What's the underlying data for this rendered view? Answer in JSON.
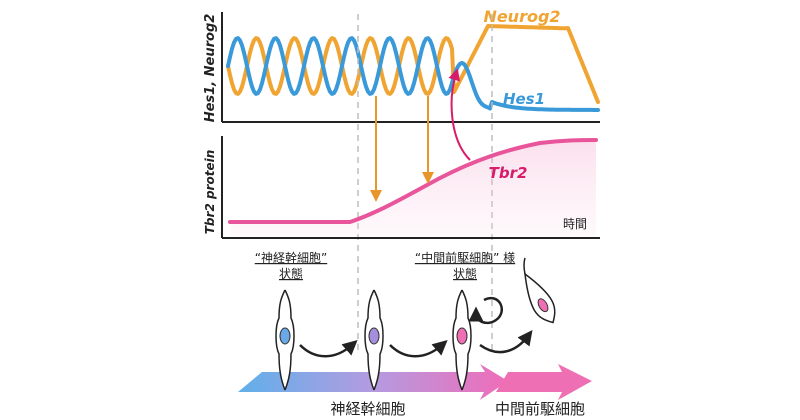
{
  "colors": {
    "hes1": "#3a9ad9",
    "neurog2": "#f0a431",
    "tbr2": "#e8559a",
    "tbr2_fill": "#f4a9cd",
    "axis": "#222222",
    "dash": "#bbbbbb",
    "arrow_orange": "#e8962a",
    "arrow_magenta": "#d81b6a",
    "bar_blue": "#6aaee6",
    "bar_pink": "#ef6fb4"
  },
  "top_panel": {
    "y_label": "Hes1, Neurog2",
    "series_neurog2": "Neurog2",
    "series_hes1": "Hes1"
  },
  "bottom_panel": {
    "y_label": "Tbr2 protein",
    "series_tbr2": "Tbr2",
    "x_axis_label": "時間"
  },
  "states": {
    "stem_state_line1": "“神経幹細胞”",
    "stem_state_line2": "状態",
    "ipc_state_line1": "“中間前駆細胞” 様",
    "ipc_state_line2": "状態"
  },
  "bar_labels": {
    "neural_stem_cell": "神経幹細胞",
    "intermediate_progenitor": "中間前駆細胞"
  },
  "icons": [
    "right-arrow-icon",
    "cycle-arrow-icon",
    "cell-icon"
  ]
}
